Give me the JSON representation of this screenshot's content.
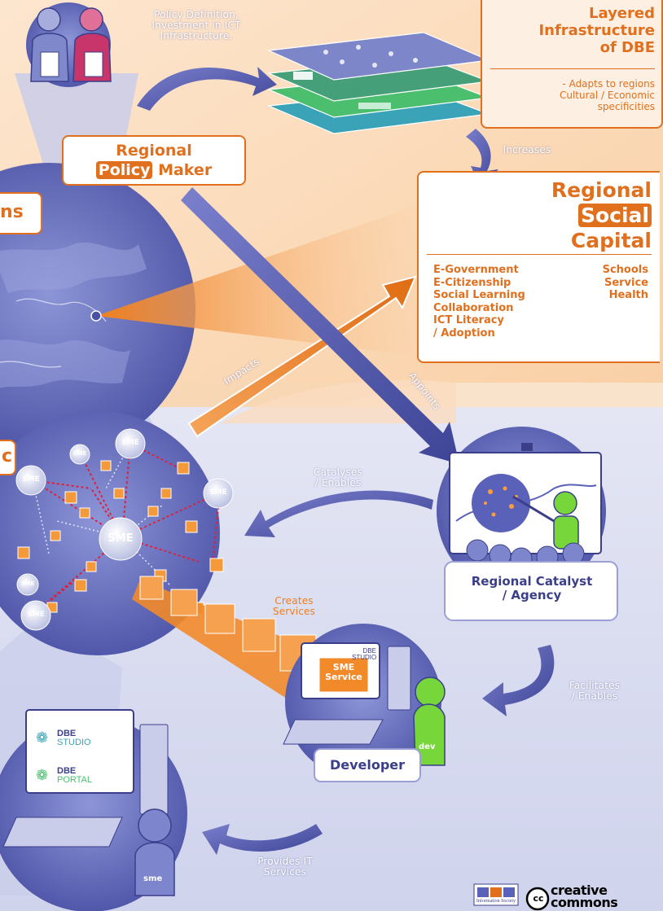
{
  "policy_maker": {
    "title_top": "Regional",
    "title_highlight": "Policy",
    "title_rest": "Maker"
  },
  "infrastructure": {
    "title_lines": [
      "Layered",
      "Infrastructure",
      "of DBE"
    ],
    "note_lines": [
      "- Adapts to regions",
      "Cultural / Economic",
      "specificities"
    ]
  },
  "social_capital": {
    "title_top": "Regional",
    "title_highlight": "Social",
    "title_bottom": "Capital",
    "items_left": [
      "E-Government",
      "E-Citizenship",
      "Social Learning",
      "Collaboration",
      "ICT Literacy",
      "/ Adoption"
    ],
    "items_right": [
      "Schools",
      "Service",
      "Health"
    ]
  },
  "left_clipped_labels": {
    "top": "ns",
    "middle": "c"
  },
  "flows": {
    "policy_definition": [
      "Policy Definition,",
      "Investment in ICT",
      "Infrastructure."
    ],
    "increases": "Increases",
    "impacts": "Impacts",
    "appoints": "Appoints",
    "catalyses": [
      "Catalyses",
      "/ Enables"
    ],
    "creates": [
      "Creates",
      "Services"
    ],
    "facilitates": [
      "Facilitates",
      "/ Enables"
    ],
    "provides": [
      "Provides IT",
      "Services"
    ]
  },
  "sme_nodes": [
    "SME",
    "SME",
    "SME",
    "SME",
    "SME",
    "SME",
    "SME"
  ],
  "catalyst": {
    "label_lines": [
      "Regional Catalyst",
      "/ Agency"
    ]
  },
  "developer": {
    "label": "Developer",
    "shirt": "dev",
    "screen_lines": [
      "DBE",
      "STUDIO"
    ]
  },
  "sme_service": {
    "lines": [
      "SME",
      "Service"
    ]
  },
  "sme_user": {
    "shirt": "sme",
    "studio": {
      "brand": "DBE",
      "product": "STUDIO"
    },
    "portal": {
      "brand": "DBE",
      "product": "PORTAL"
    }
  },
  "logos": {
    "cc": "cc",
    "creative_lines": [
      "creative",
      "commons"
    ],
    "ist_caption": "Information Society"
  },
  "colors": {
    "orange": "#e0701e",
    "navy": "#3b3f8a",
    "purple_blue": "#5a61b8",
    "peach": "#fbdcbf",
    "lavender": "#d9dcf0"
  }
}
